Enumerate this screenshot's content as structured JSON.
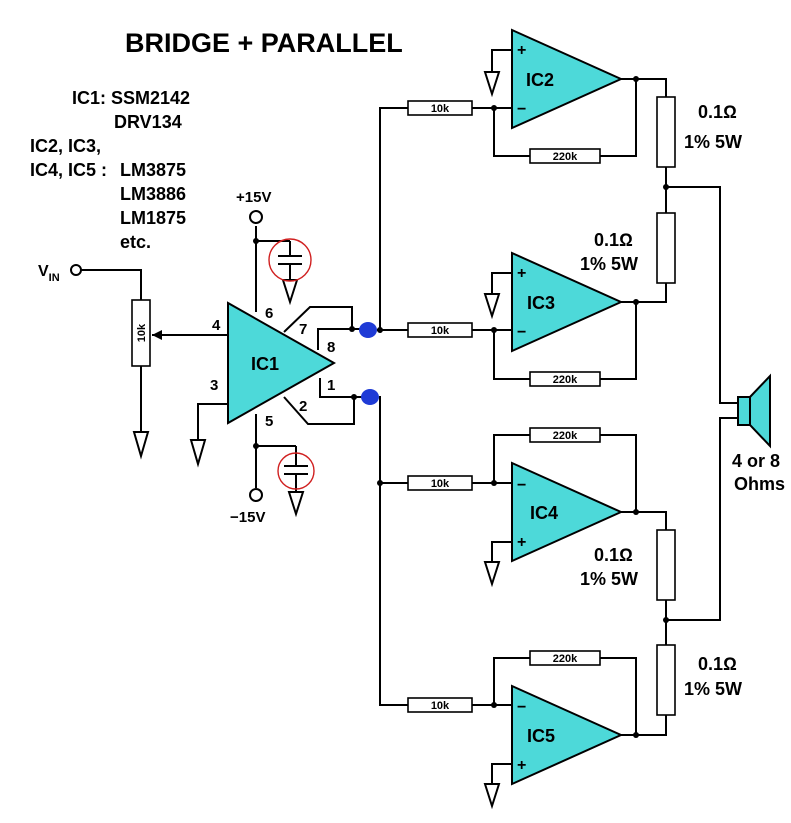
{
  "title": "BRIDGE + PARALLEL",
  "parts_list": {
    "ic1_label": "IC1: SSM2142",
    "ic1_alt": "DRV134",
    "ic2_5_label_a": "IC2, IC3,",
    "ic2_5_label_b": "IC4, IC5 :",
    "opamp_1": "LM3875",
    "opamp_2": "LM3886",
    "opamp_3": "LM1875",
    "opamp_4": "etc."
  },
  "supply": {
    "pos": "+15V",
    "neg": "−15V"
  },
  "input": {
    "label_v": "V",
    "label_sub": "IN",
    "pot_value": "10k"
  },
  "ic1": {
    "name": "IC1",
    "pins": {
      "p1": "1",
      "p2": "2",
      "p3": "3",
      "p4": "4",
      "p5": "5",
      "p6": "6",
      "p7": "7",
      "p8": "8"
    }
  },
  "amps": [
    {
      "name": "IC2",
      "inv": "−",
      "noninv": "+",
      "r_in": "10k",
      "r_fb": "220k",
      "r_out_value": "0.1Ω",
      "r_out_rating": "1% 5W"
    },
    {
      "name": "IC3",
      "inv": "−",
      "noninv": "+",
      "r_in": "10k",
      "r_fb": "220k",
      "r_out_value": "0.1Ω",
      "r_out_rating": "1% 5W"
    },
    {
      "name": "IC4",
      "inv": "−",
      "noninv": "+",
      "r_in": "10k",
      "r_fb": "220k",
      "r_out_value": "0.1Ω",
      "r_out_rating": "1% 5W"
    },
    {
      "name": "IC5",
      "inv": "−",
      "noninv": "+",
      "r_in": "10k",
      "r_fb": "220k",
      "r_out_value": "0.1Ω",
      "r_out_rating": "1% 5W"
    }
  ],
  "speaker": {
    "line1": "4 or 8",
    "line2": "Ohms"
  },
  "colors": {
    "opamp_fill": "#4dd9d9",
    "node_blue": "#1f3bd6",
    "cap_highlight": "#d02020"
  }
}
